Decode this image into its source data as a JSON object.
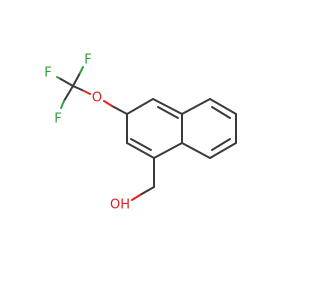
{
  "molecule": {
    "atoms": {
      "F1": {
        "symbol": "F",
        "color": "#33a040"
      },
      "F2": {
        "symbol": "F",
        "color": "#33a040"
      },
      "F3": {
        "symbol": "F",
        "color": "#33a040"
      },
      "O_ether": {
        "symbol": "O",
        "color": "#e01f1f"
      },
      "OH": {
        "symbol": "OH",
        "color": "#e01f1f"
      }
    },
    "bond_color": "#3a3a3a"
  }
}
